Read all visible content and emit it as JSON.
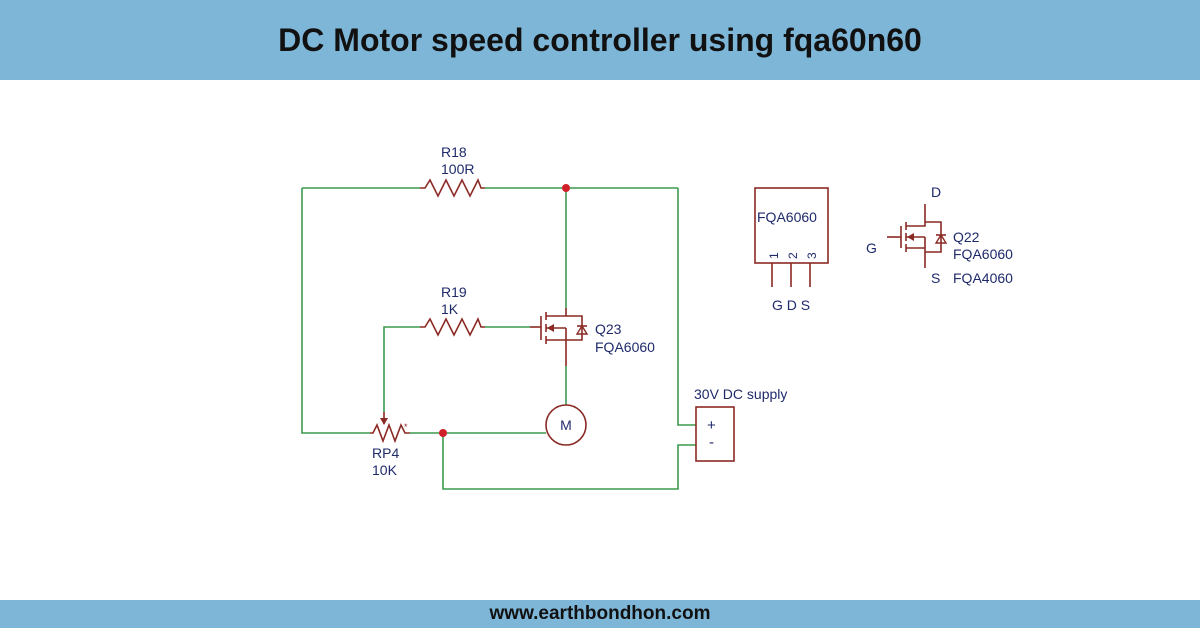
{
  "colors": {
    "header_bg": "#7eb6d8",
    "footer_bg": "#7eb6d8",
    "wire": "#3c9a4e",
    "component": "#8a2a24",
    "label": "#1f2a6b",
    "junction": "#d0202a"
  },
  "header": {
    "title": "DC Motor speed controller using fqa60n60"
  },
  "footer": {
    "website": "www.earthbondhon.com"
  },
  "schematic": {
    "r18": {
      "name": "R18",
      "value": "100R"
    },
    "r19": {
      "name": "R19",
      "value": "1K"
    },
    "q23": {
      "name": "Q23",
      "part": "FQA6060"
    },
    "rp4": {
      "name": "RP4",
      "value": "10K"
    },
    "motor": {
      "label": "M"
    },
    "supply": {
      "label": "30V DC supply",
      "plus": "+",
      "minus": "-"
    },
    "package": {
      "part": "FQA6060",
      "pin1": "1",
      "pin2": "2",
      "pin3": "3",
      "pin_names": "G D S"
    },
    "q22": {
      "gate": "G",
      "drain": "D",
      "source": "S",
      "name": "Q22",
      "part": "FQA6060",
      "alt_part": "FQA4060"
    }
  }
}
